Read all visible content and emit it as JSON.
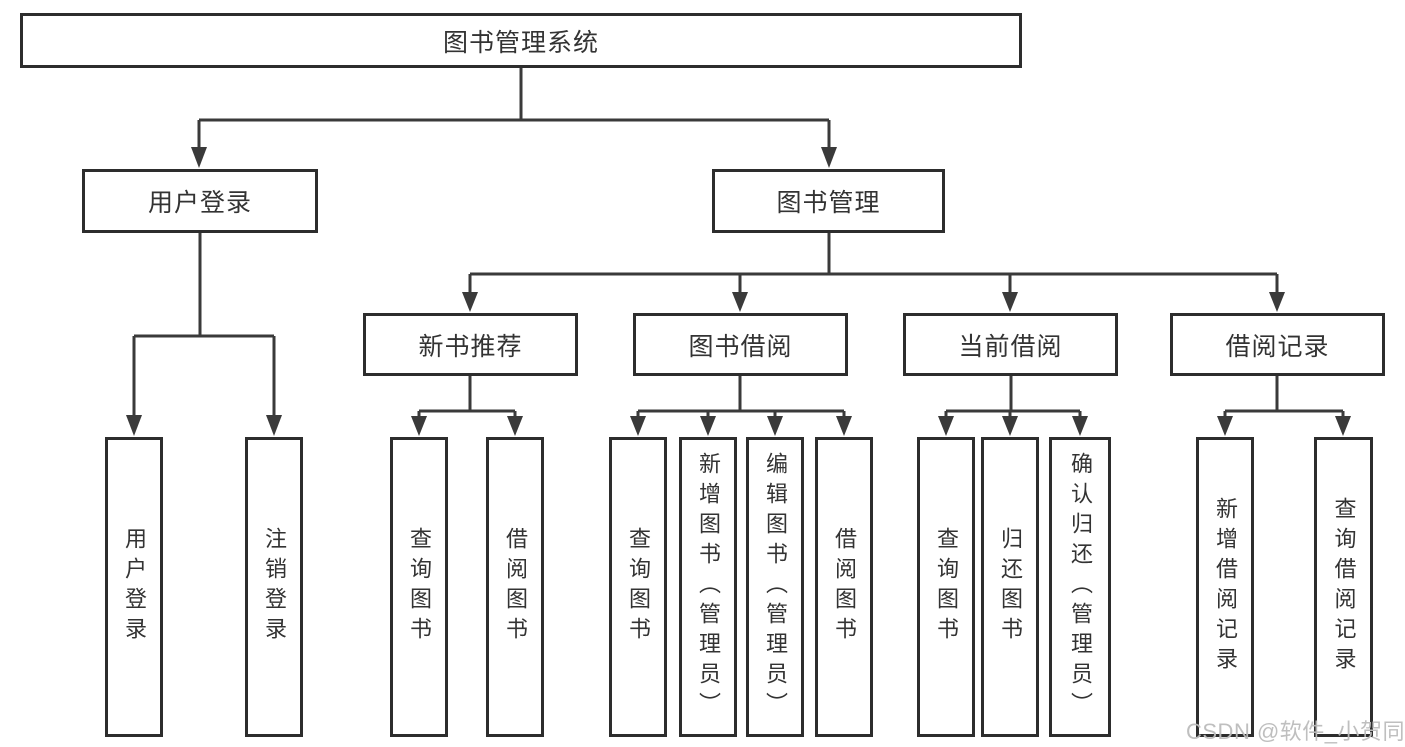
{
  "diagram": {
    "type": "hierarchy-flowchart",
    "colors": {
      "background": "#ffffff",
      "line": "#3a3a3a",
      "box_border": "#2d2d2d",
      "text": "#333333",
      "watermark": "#bcbcbc"
    },
    "nodes": {
      "root": {
        "label": "图书管理系统"
      },
      "level2": [
        {
          "label": "用户登录"
        },
        {
          "label": "图书管理"
        }
      ],
      "level3": [
        {
          "label": "新书推荐"
        },
        {
          "label": "图书借阅"
        },
        {
          "label": "当前借阅"
        },
        {
          "label": "借阅记录"
        }
      ],
      "leaves": {
        "user_login": [
          {
            "label": "用户登录"
          },
          {
            "label": "注销登录"
          }
        ],
        "new_book_recommend": [
          {
            "label": "查询图书"
          },
          {
            "label": "借阅图书"
          }
        ],
        "book_borrow": [
          {
            "label": "查询图书"
          },
          {
            "label": "新增图书（管理员）"
          },
          {
            "label": "编辑图书（管理员）"
          },
          {
            "label": "借阅图书"
          }
        ],
        "current_borrow": [
          {
            "label": "查询图书"
          },
          {
            "label": "归还图书"
          },
          {
            "label": "确认归还（管理员）"
          }
        ],
        "borrow_records": [
          {
            "label": "新增借阅记录"
          },
          {
            "label": "查询借阅记录"
          }
        ]
      }
    },
    "edges": [
      "图书管理系统 -> 用户登录",
      "图书管理系统 -> 图书管理",
      "用户登录 -> 用户登录(叶), 注销登录",
      "图书管理 -> 新书推荐, 图书借阅, 当前借阅, 借阅记录",
      "新书推荐 -> 查询图书, 借阅图书",
      "图书借阅 -> 查询图书, 新增图书（管理员）, 编辑图书（管理员）, 借阅图书",
      "当前借阅 -> 查询图书, 归还图书, 确认归还（管理员）",
      "借阅记录 -> 新增借阅记录, 查询借阅记录"
    ]
  },
  "watermark": {
    "text": "CSDN @软件_小贺同学"
  }
}
